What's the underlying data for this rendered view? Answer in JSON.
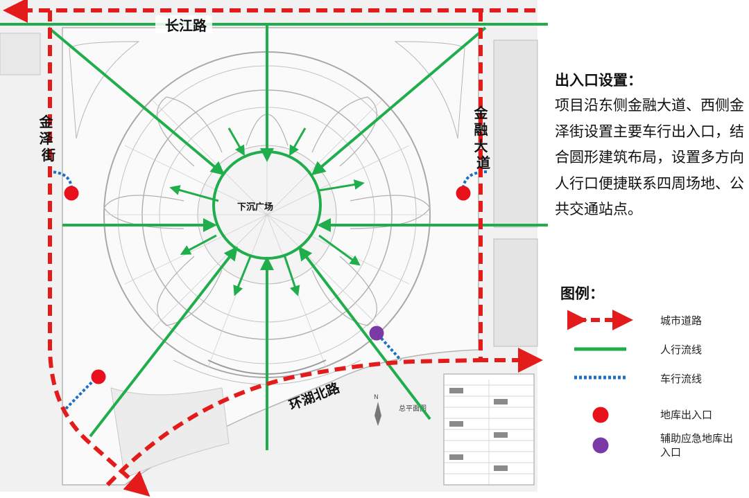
{
  "map": {
    "roads": {
      "north": "长江路",
      "west": "金泽街",
      "east": "金融大道",
      "south": "环湖北路"
    },
    "center_label": "下沉广场",
    "plan_label": "总平面图",
    "north_arrow": "N"
  },
  "panel": {
    "title": "出入口设置：",
    "description": "项目沿东侧金融大道、西侧金泽街设置主要车行出入口，结合圆形建筑布局，设置多方向人行口便捷联系四周场地、公共交通站点。",
    "legend_title": "图例：",
    "legend": [
      {
        "label": "城市道路",
        "symbol": "city-road",
        "color": "#e31b1b"
      },
      {
        "label": "人行流线",
        "symbol": "pedestrian-flow",
        "color": "#1fae4b"
      },
      {
        "label": "车行流线",
        "symbol": "vehicle-flow",
        "color": "#1c6fc4"
      },
      {
        "label": "地库出入口",
        "symbol": "garage-entrance",
        "color": "#e8101a"
      },
      {
        "label": "辅助应急地库出入口",
        "symbol": "emergency-garage-entrance",
        "color": "#7a3aa5"
      }
    ]
  }
}
